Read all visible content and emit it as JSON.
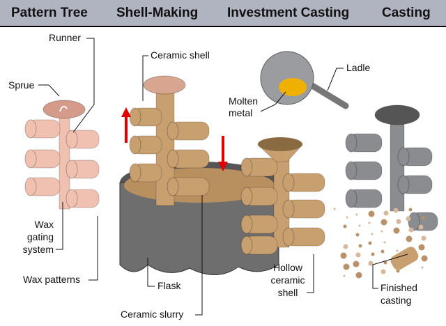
{
  "header": {
    "stages": [
      "Pattern Tree",
      "Shell-Making",
      "Investment Casting",
      "Casting"
    ]
  },
  "labels": {
    "runner": "Runner",
    "sprue": "Sprue",
    "wax_gating": [
      "Wax",
      "gating",
      "system"
    ],
    "wax_patterns": "Wax patterns",
    "ceramic_shell": "Ceramic shell",
    "flask": "Flask",
    "ceramic_slurry": "Ceramic slurry",
    "ladle": "Ladle",
    "molten_metal": [
      "Molten",
      "metal"
    ],
    "hollow_shell": [
      "Hollow",
      "ceramic",
      "shell"
    ],
    "finished_casting": [
      "Finished",
      "casting"
    ]
  },
  "colors": {
    "header_bg": "#b0b4c0",
    "wax": "#f0c0b0",
    "ceramic": "#c8a070",
    "metal": "#8a8c90",
    "flask": "#6e6e6e",
    "arrow": "#e00000",
    "molten": "#f0b000"
  }
}
